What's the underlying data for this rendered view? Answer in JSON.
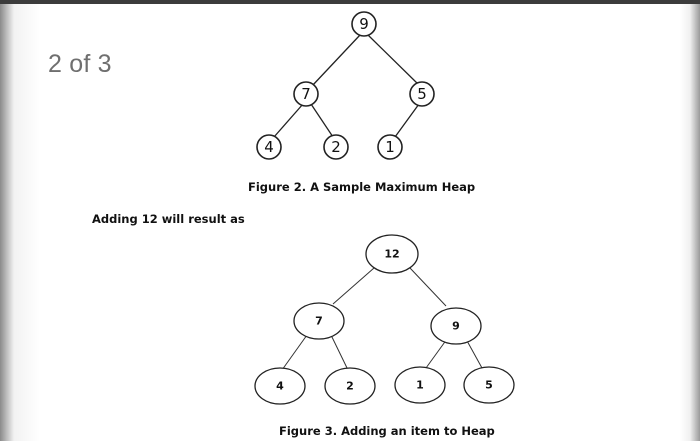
{
  "page_counter": "2 of 3",
  "adding_label": "Adding 12 will result as",
  "figure2": {
    "caption": "Figure 2. A Sample Maximum Heap",
    "nodes": [
      "9",
      "7",
      "5",
      "4",
      "2",
      "1"
    ]
  },
  "figure3": {
    "caption": "Figure 3. Adding an item to Heap",
    "nodes": [
      "12",
      "7",
      "9",
      "4",
      "2",
      "1",
      "5"
    ]
  }
}
